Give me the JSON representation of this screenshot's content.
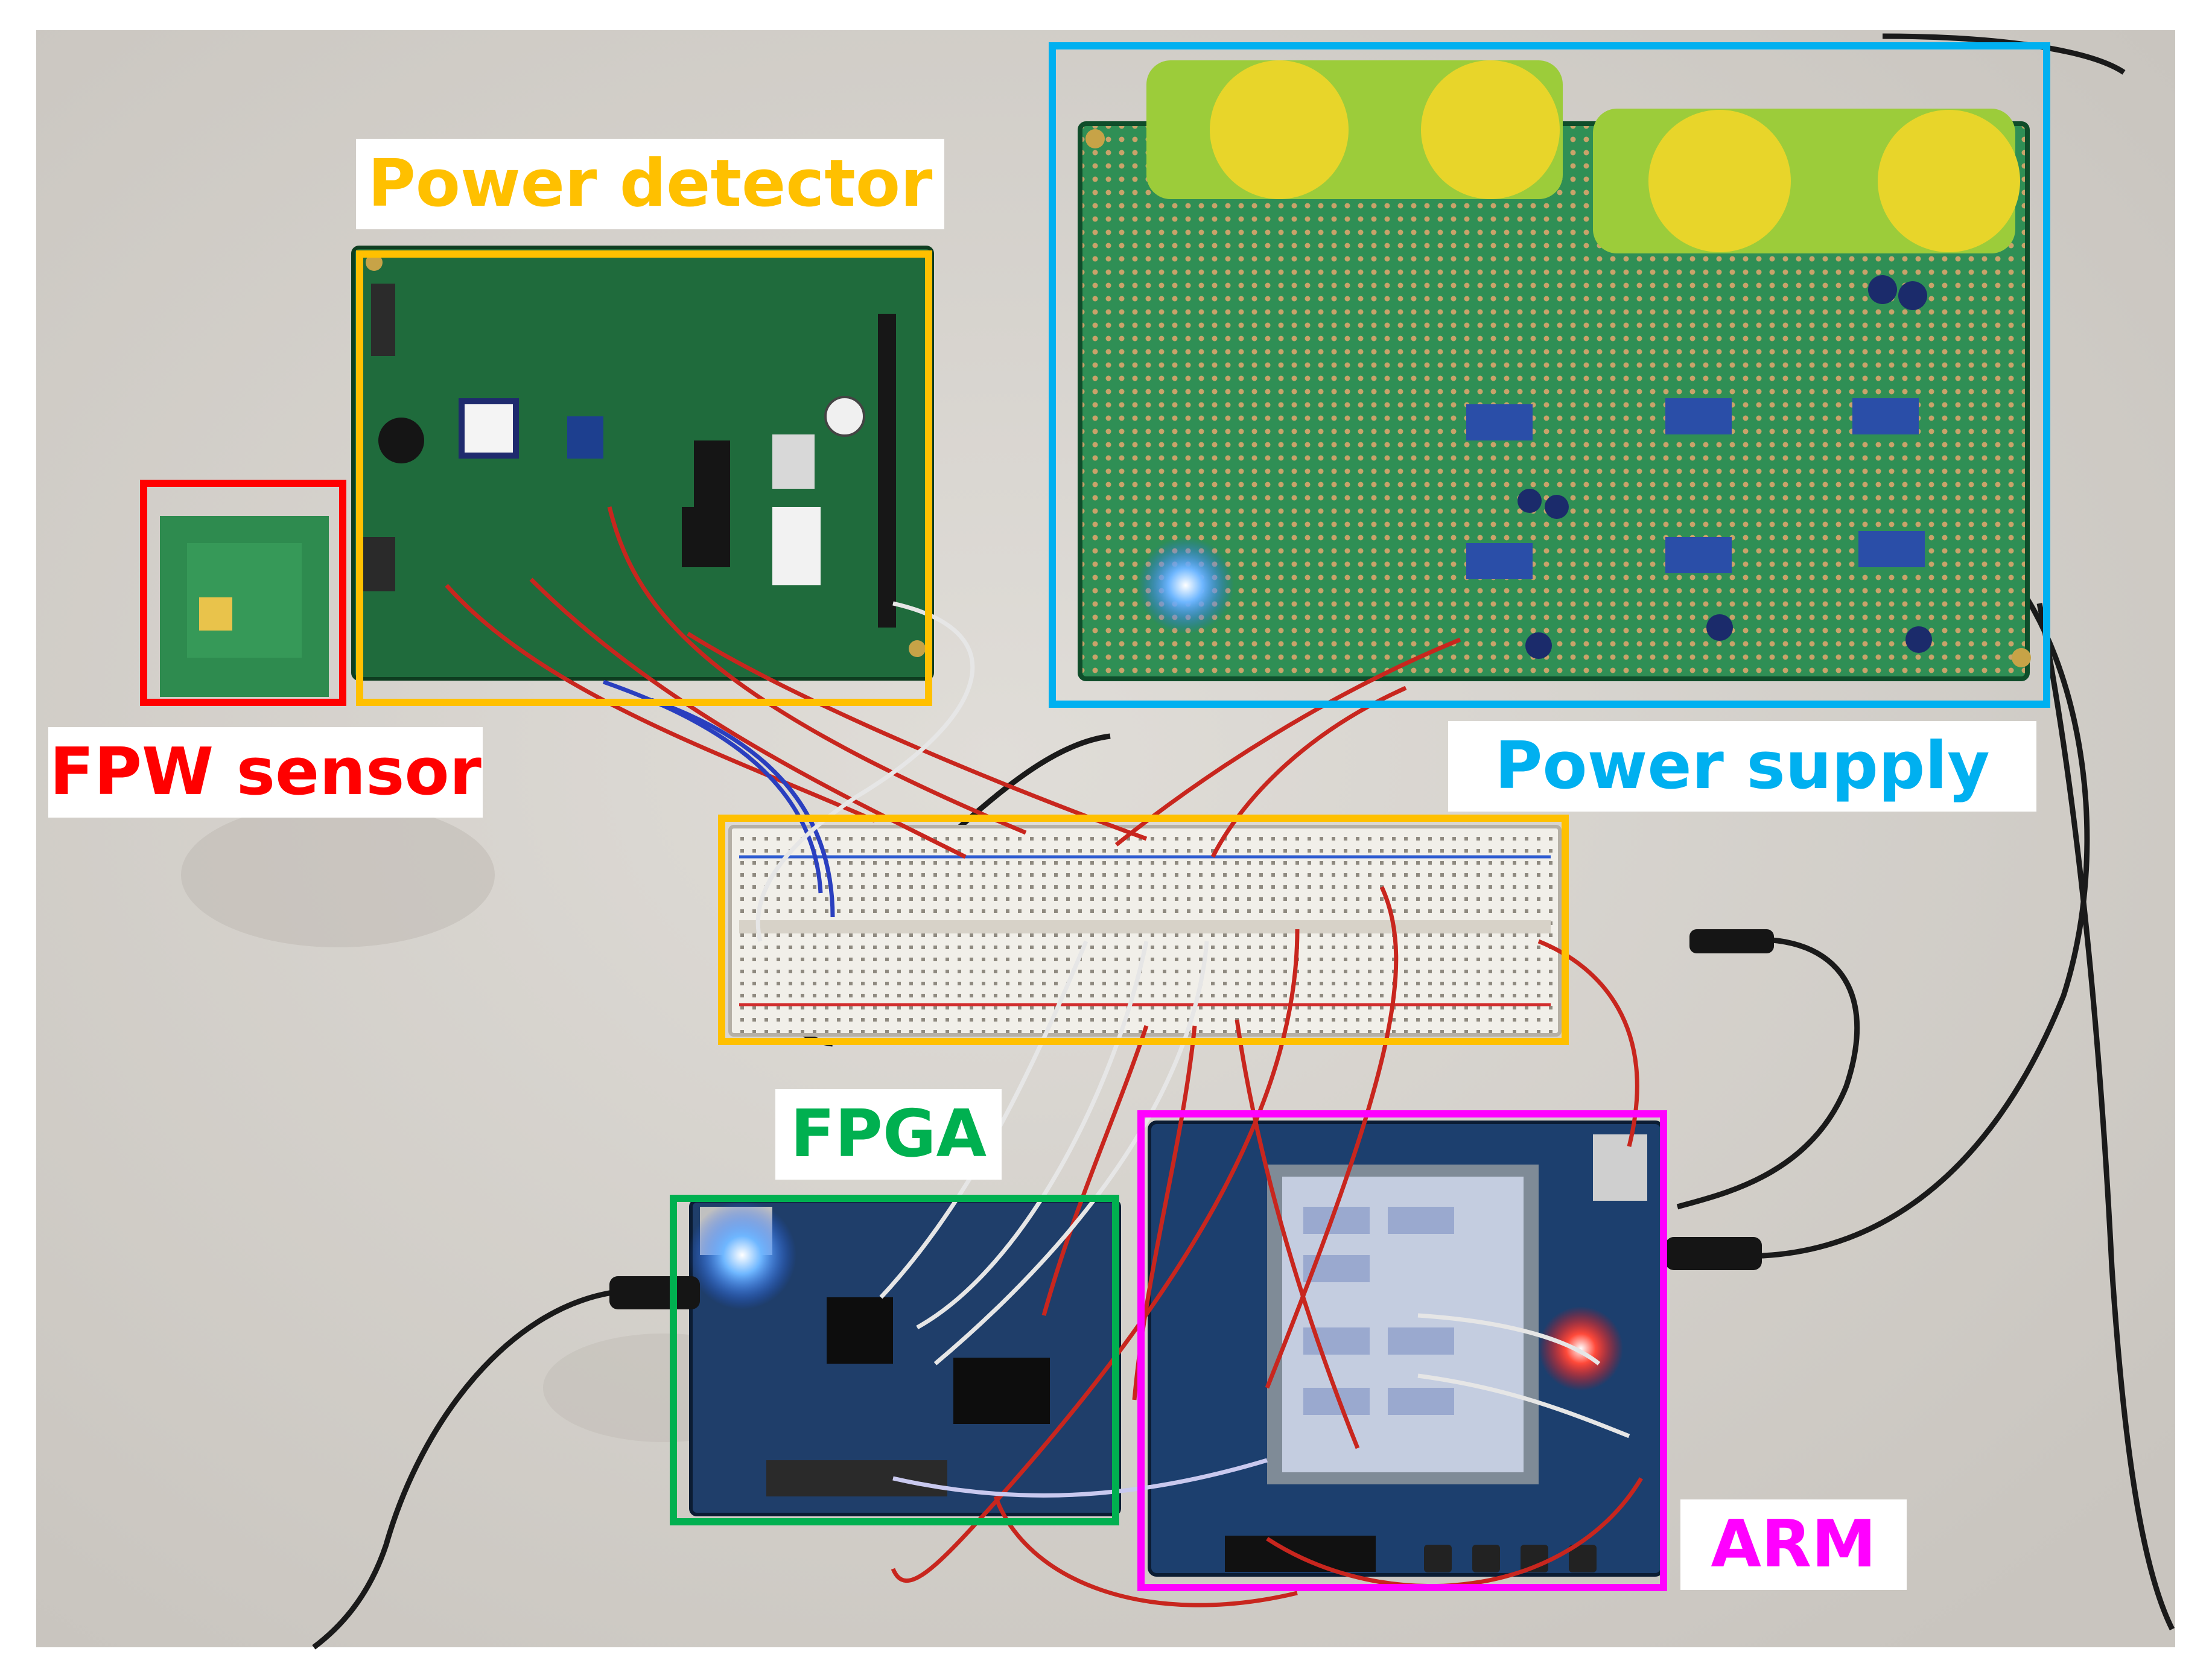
{
  "labels": {
    "power_detector": "Power detector",
    "fpw_sensor": "FPW sensor",
    "power_supply": "Power supply",
    "fpga": "FPGA",
    "arm": "ARM"
  },
  "colors": {
    "power_detector": "#ffc000",
    "fpw_sensor": "#ff0000",
    "power_supply": "#00b0f0",
    "fpga": "#00b050",
    "arm": "#ff00ff",
    "bench": "#d9d6d1",
    "pcb_green": "#1f7a42",
    "arm_board": "#1c3f6e"
  }
}
